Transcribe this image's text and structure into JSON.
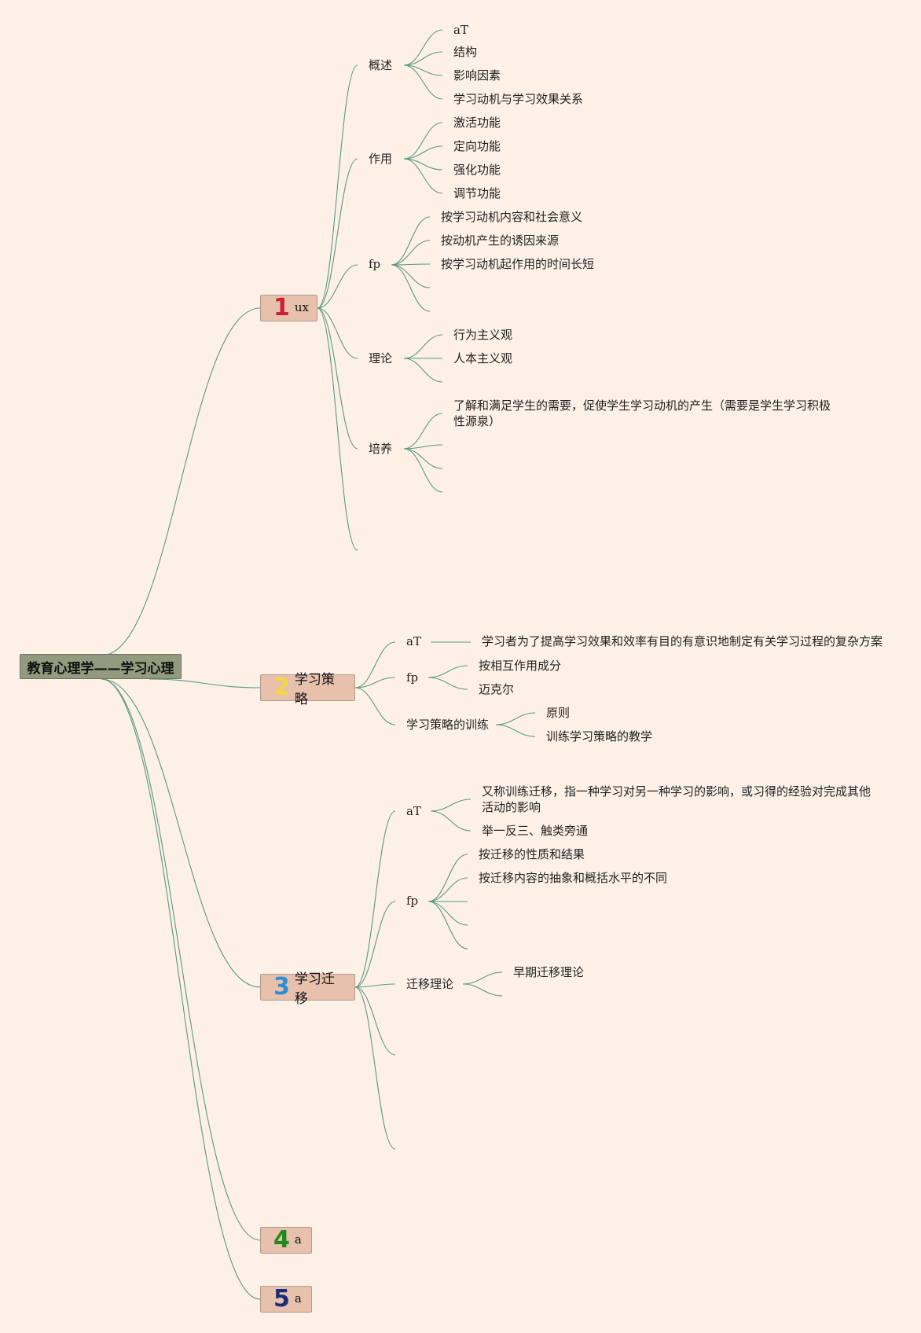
{
  "colors": {
    "background": "#fdf1e7",
    "root_fill": "#939a7d",
    "branch_fill": "#e7c1ac",
    "link": "#5a9880",
    "num1": "#cc1f2f",
    "num2": "#f3d64a",
    "num3": "#2c8fd6",
    "num4": "#1e8a1e",
    "num5": "#1d2a7a"
  },
  "root": {
    "label": "教育心理学——学习心理"
  },
  "branches": [
    {
      "num": "1",
      "label": "ux",
      "children": [
        {
          "label": "概述",
          "children": [
            "aT",
            "结构",
            "影响因素",
            "学习动机与学习效果关系"
          ]
        },
        {
          "label": "作用",
          "children": [
            "激活功能",
            "定向功能",
            "强化功能",
            "调节功能"
          ]
        },
        {
          "label": "fp",
          "children": [
            "按学习动机内容和社会意义",
            "按动机产生的诱因来源",
            "按学习动机起作用的时间长短"
          ]
        },
        {
          "label": "理论",
          "children": [
            "行为主义观",
            "人本主义观"
          ]
        },
        {
          "label": "培养",
          "children": [
            "了解和满足学生的需要，促使学生学习动机的产生（需要是学生学习积极性源泉）"
          ]
        }
      ]
    },
    {
      "num": "2",
      "label": "学习策略",
      "children": [
        {
          "label": "aT",
          "children": [
            "学习者为了提高学习效果和效率有目的有意识地制定有关学习过程的复杂方案"
          ]
        },
        {
          "label": "fp",
          "children": [
            "按相互作用成分",
            "迈克尔"
          ]
        },
        {
          "label": "学习策略的训练",
          "children": [
            "原则",
            "训练学习策略的教学"
          ]
        }
      ]
    },
    {
      "num": "3",
      "label": "学习迁移",
      "children": [
        {
          "label": "aT",
          "children": [
            "又称训练迁移，指一种学习对另一种学习的影响，或习得的经验对完成其他活动的影响",
            "举一反三、触类旁通"
          ]
        },
        {
          "label": "fp",
          "children": [
            "按迁移的性质和结果",
            "按迁移内容的抽象和概括水平的不同"
          ]
        },
        {
          "label": "迁移理论",
          "children": [
            "早期迁移理论"
          ]
        }
      ]
    },
    {
      "num": "4",
      "label": "a",
      "children": []
    },
    {
      "num": "5",
      "label": "a",
      "children": []
    }
  ]
}
